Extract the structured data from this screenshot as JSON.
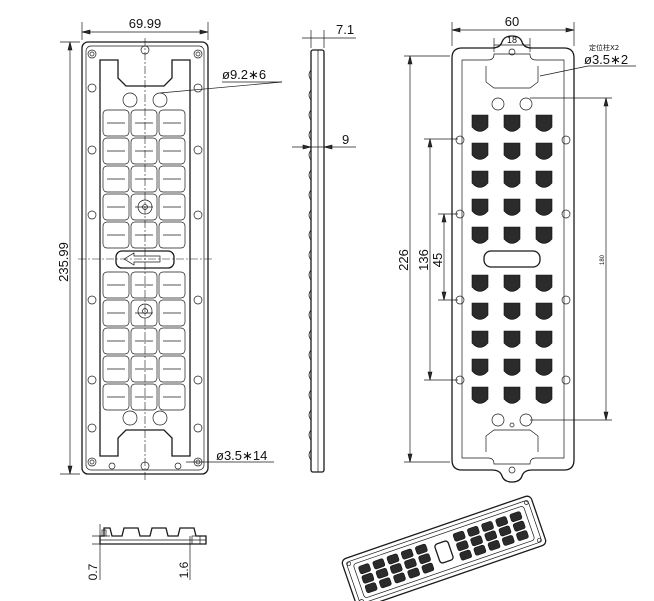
{
  "dimensions": {
    "width_total": "69.99",
    "height_total": "235.99",
    "hole_large": "ø9.2∗6",
    "hole_small": "ø3.5∗14",
    "side_thickness": "7.1",
    "side_step": "9",
    "right_width": "60",
    "right_inner": "18",
    "locating_pin_note": "定位柱X2",
    "right_hole": "ø3.5∗2",
    "right_height": "226",
    "right_h136": "136",
    "right_h45": "45",
    "right_h180": "180",
    "section_a": "0.7",
    "section_b": "1.6"
  },
  "colors": {
    "line": "#1a1a1a",
    "background": "#ffffff",
    "lens": "#2b2b2b"
  }
}
